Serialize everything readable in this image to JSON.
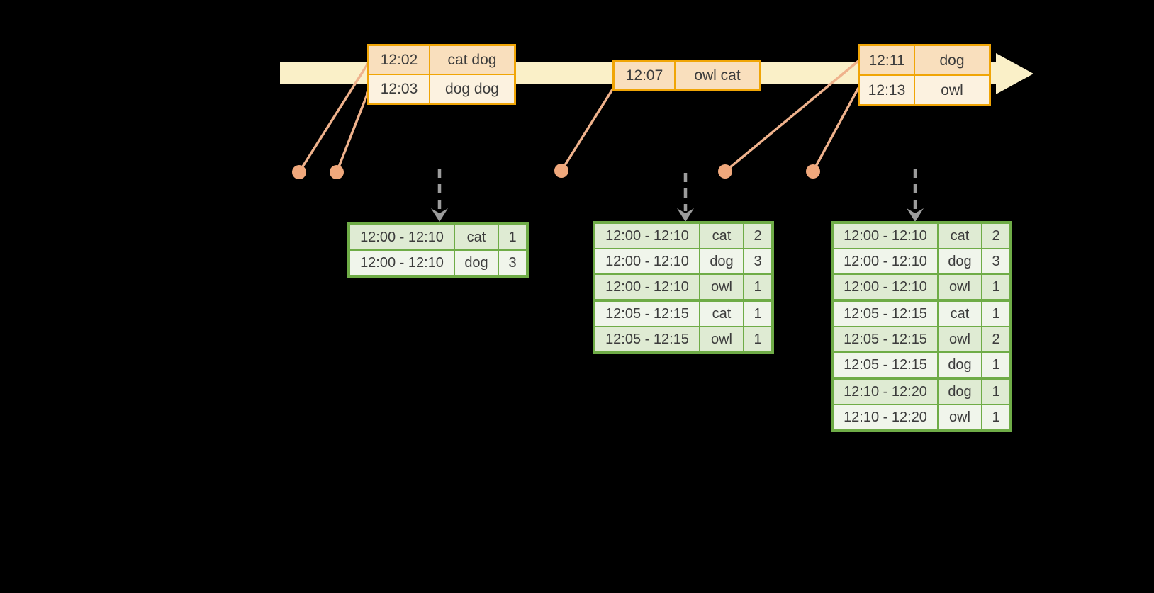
{
  "diagram": "sliding-window-word-count-stream",
  "palette": {
    "background": "#000000",
    "timeline_band": "#faf0c8",
    "event_table_border": "#f0a506",
    "event_row_dark": "#f9dfbd",
    "event_row_light": "#fcf2e0",
    "connector_line": "#efb28c",
    "connector_dot": "#f0a87c",
    "trigger_arrow_gray": "#9c9c9c",
    "result_table_border": "#6fac47",
    "result_row_dark": "#dfebd3",
    "result_row_light": "#f0f5eb",
    "text": "#3c3c3c"
  },
  "input_tables": [
    {
      "rows": [
        {
          "time": "12:02",
          "words": "cat dog"
        },
        {
          "time": "12:03",
          "words": "dog dog"
        }
      ]
    },
    {
      "rows": [
        {
          "time": "12:07",
          "words": "owl cat"
        }
      ]
    },
    {
      "rows": [
        {
          "time": "12:11",
          "words": "dog"
        },
        {
          "time": "12:13",
          "words": "owl"
        }
      ]
    }
  ],
  "result_tables": [
    {
      "rows": [
        {
          "window": "12:00 - 12:10",
          "word": "cat",
          "count": "1"
        },
        {
          "window": "12:00 - 12:10",
          "word": "dog",
          "count": "3"
        }
      ]
    },
    {
      "rows": [
        {
          "window": "12:00 - 12:10",
          "word": "cat",
          "count": "2"
        },
        {
          "window": "12:00 - 12:10",
          "word": "dog",
          "count": "3"
        },
        {
          "window": "12:00 - 12:10",
          "word": "owl",
          "count": "1"
        },
        {
          "window": "12:05 - 12:15",
          "word": "cat",
          "count": "1"
        },
        {
          "window": "12:05 - 12:15",
          "word": "owl",
          "count": "1"
        }
      ]
    },
    {
      "rows": [
        {
          "window": "12:00 - 12:10",
          "word": "cat",
          "count": "2"
        },
        {
          "window": "12:00 - 12:10",
          "word": "dog",
          "count": "3"
        },
        {
          "window": "12:00 - 12:10",
          "word": "owl",
          "count": "1"
        },
        {
          "window": "12:05 - 12:15",
          "word": "cat",
          "count": "1"
        },
        {
          "window": "12:05 - 12:15",
          "word": "owl",
          "count": "2"
        },
        {
          "window": "12:05 - 12:15",
          "word": "dog",
          "count": "1"
        },
        {
          "window": "12:10 - 12:20",
          "word": "dog",
          "count": "1"
        },
        {
          "window": "12:10 - 12:20",
          "word": "owl",
          "count": "1"
        }
      ]
    }
  ]
}
